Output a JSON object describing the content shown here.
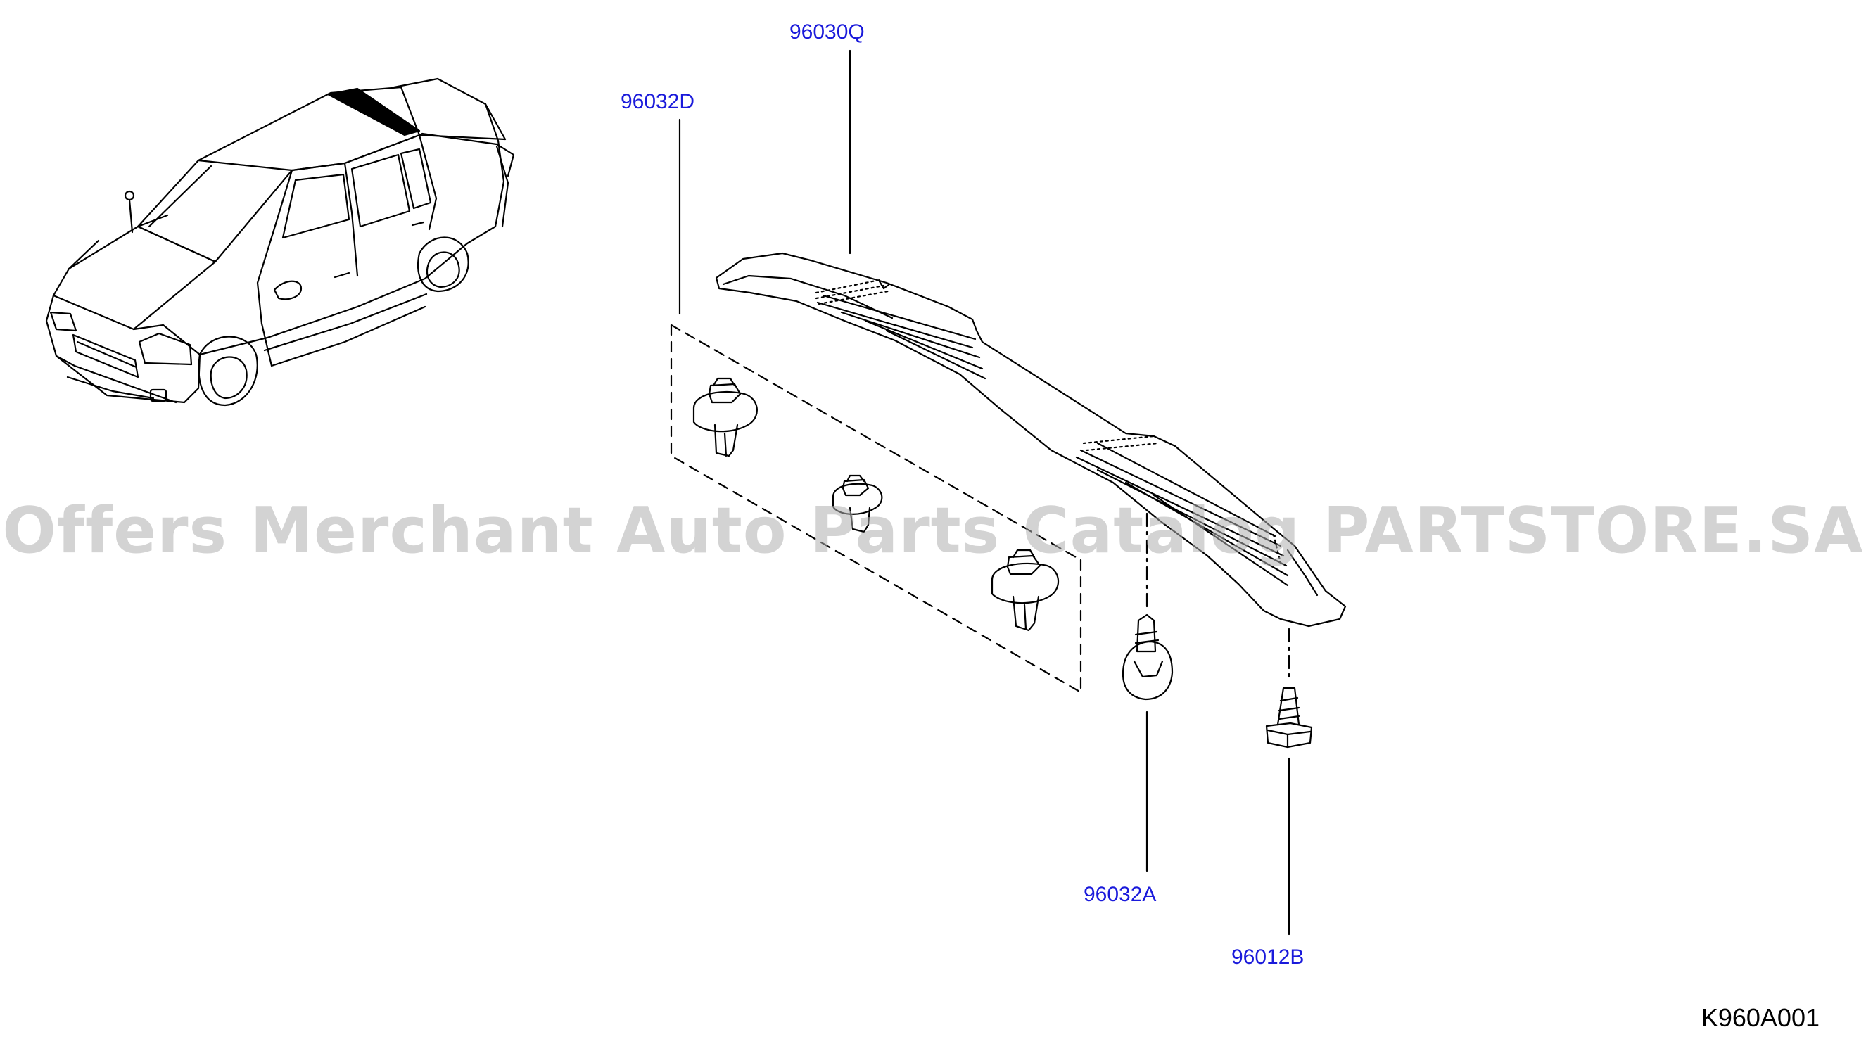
{
  "callouts": {
    "trim": "96030Q",
    "clip_set": "96032D",
    "clip": "96032A",
    "screw": "96012B"
  },
  "watermark": "Offers Merchant Auto Parts Catalog PARTSTORE.SA",
  "diagram_code": "K960A001",
  "colors": {
    "callout_text": "#1a1adb",
    "line_art": "#000000",
    "highlight": "#000000",
    "watermark": "#b0b0b0"
  }
}
